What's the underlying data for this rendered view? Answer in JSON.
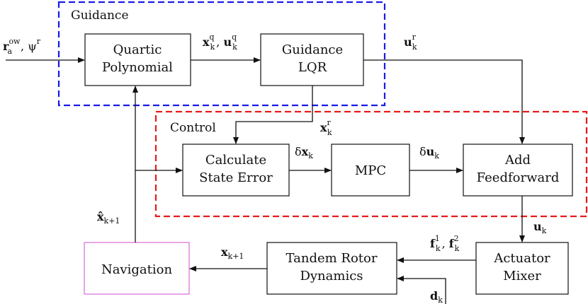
{
  "regions": {
    "guidance": {
      "label": "Guidance",
      "color": "#1a1ae6"
    },
    "control": {
      "label": "Control",
      "color": "#e61a1a"
    }
  },
  "blocks": {
    "quartic": {
      "line1": "Quartic",
      "line2": "Polynomial"
    },
    "guidance_lqr": {
      "line1": "Guidance",
      "line2": "LQR"
    },
    "calc_state_error": {
      "line1": "Calculate",
      "line2": "State Error"
    },
    "mpc": {
      "line1": "MPC"
    },
    "add_feedforward": {
      "line1": "Add",
      "line2": "Feedforward"
    },
    "navigation": {
      "line1": "Navigation",
      "color": "#d86bd8"
    },
    "tandem_rotor": {
      "line1": "Tandem Rotor",
      "line2": "Dynamics"
    },
    "actuator_mixer": {
      "line1": "Actuator",
      "line2": "Mixer"
    }
  },
  "signals": {
    "input_ref": {
      "main": "r",
      "sup": "ow",
      "sub": "a",
      "rest": ", ψ",
      "rest_sup": "r"
    },
    "quartic_out": {
      "a": "x",
      "a_sub": "k",
      "a_sup": "q",
      "sep": ", ",
      "b": "u",
      "b_sub": "k",
      "b_sup": "q"
    },
    "u_ref": {
      "main": "u",
      "sub": "k",
      "sup": "r"
    },
    "x_ref": {
      "main": "x",
      "sub": "k",
      "sup": "r"
    },
    "delta_x": {
      "pre": "δ",
      "main": "x",
      "sub": "k"
    },
    "delta_u": {
      "pre": "δ",
      "main": "u",
      "sub": "k"
    },
    "u_k": {
      "main": "u",
      "sub": "k"
    },
    "forces": {
      "a": "f",
      "a_sub": "k",
      "a_sup": "1",
      "sep": ", ",
      "b": "f",
      "b_sub": "k",
      "b_sup": "2"
    },
    "x_next": {
      "main": "x",
      "sub": "k+1"
    },
    "xhat_next": {
      "main": "x̂",
      "sub": "k+1"
    },
    "d_k": {
      "main": "d",
      "sub": "k"
    }
  }
}
